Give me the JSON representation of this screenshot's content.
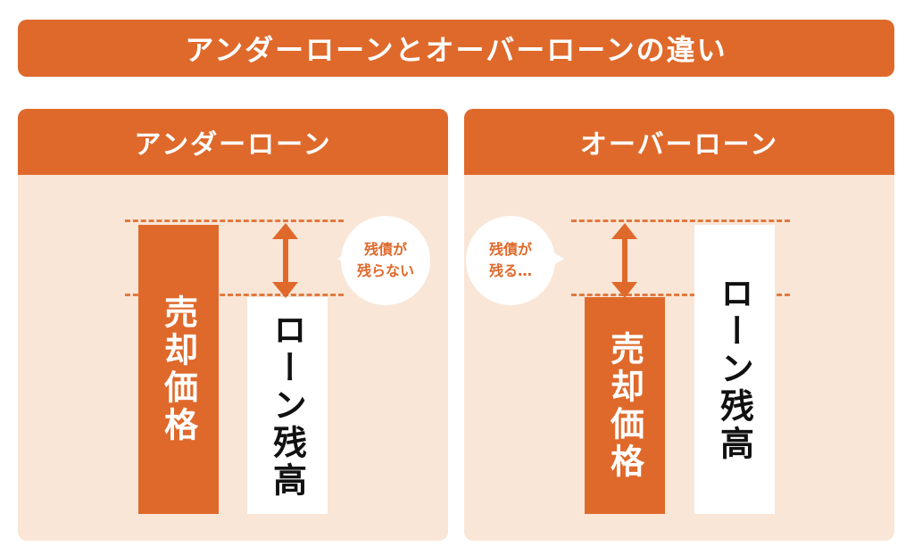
{
  "title": "アンダーローンとオーバーローンの違い",
  "under": {
    "heading": "アンダーローン",
    "sale_price": "売却価格",
    "loan_balance": "ローン残高",
    "bubble_line1": "残債が",
    "bubble_line2": "残らない"
  },
  "over": {
    "heading": "オーバーローン",
    "sale_price": "売却価格",
    "loan_balance": "ローン残高",
    "bubble_line1": "残債が",
    "bubble_line2": "残る…"
  },
  "colors": {
    "accent": "#df692b",
    "panel": "#f9e6d7"
  }
}
